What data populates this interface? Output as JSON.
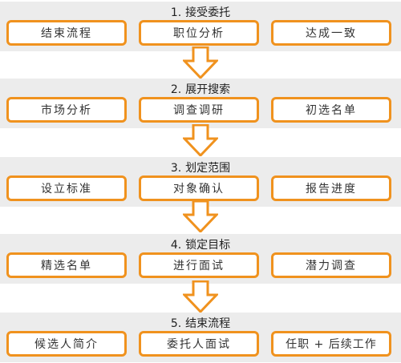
{
  "stages": [
    {
      "num": "1.",
      "title": "接受委托",
      "items": [
        "结束流程",
        "职位分析",
        "达成一致"
      ]
    },
    {
      "num": "2.",
      "title": "展开搜索",
      "items": [
        "市场分析",
        "调查调研",
        "初选名单"
      ]
    },
    {
      "num": "3.",
      "title": "划定范围",
      "items": [
        "设立标准",
        "对象确认",
        "报告进度"
      ]
    },
    {
      "num": "4.",
      "title": "锁定目标",
      "items": [
        "精选名单",
        "进行面试",
        "潜力调查"
      ]
    },
    {
      "num": "5.",
      "title": "结束流程",
      "items": [
        "候选人简介",
        "委托人面试",
        "任职 + 后续工作"
      ]
    }
  ],
  "colors": {
    "accent": "#f0921e",
    "band": "#ececec"
  }
}
